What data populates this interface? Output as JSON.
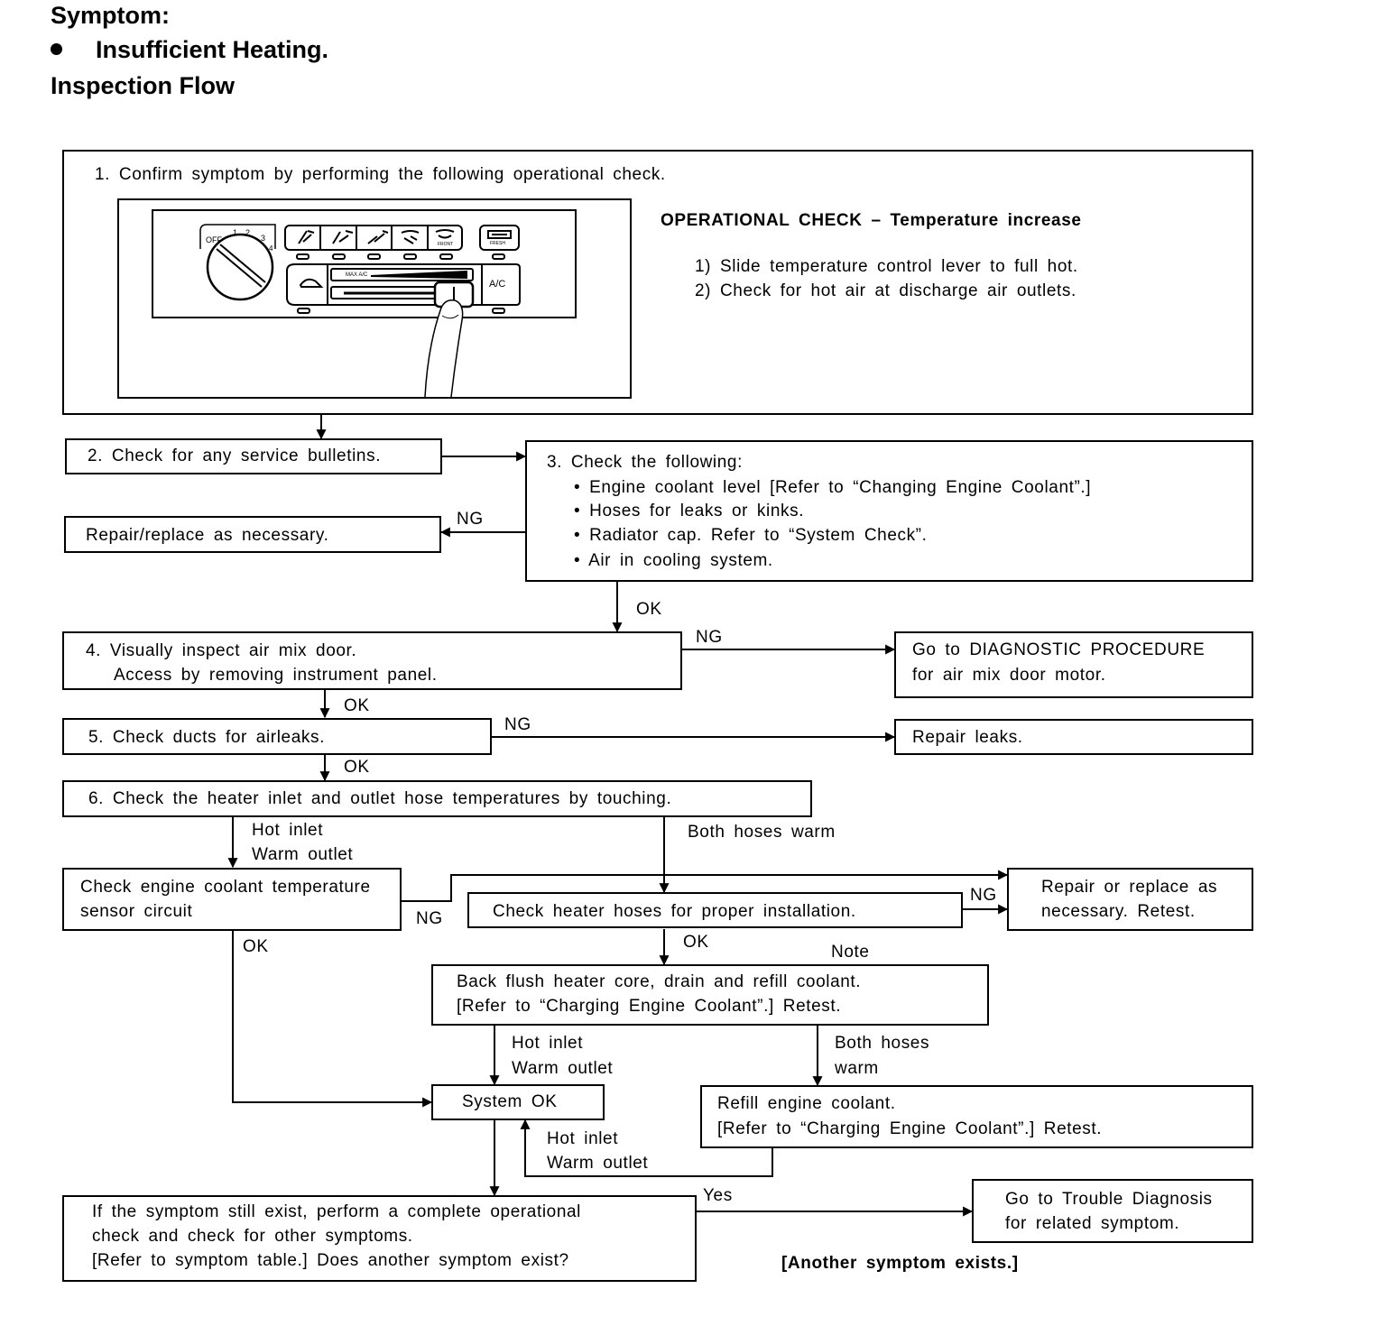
{
  "header": {
    "symptom_label": "Symptom:",
    "symptom_item": "Insufficient Heating.",
    "flow_title": "Inspection Flow"
  },
  "step1": {
    "text": "1. Confirm symptom by performing the following operational check.",
    "op_title": "OPERATIONAL CHECK – Temperature increase",
    "op_steps": [
      "1) Slide temperature control lever to full hot.",
      "2) Check for hot air at discharge air outlets."
    ],
    "panel_labels": {
      "off": "OFF",
      "fan_1": "1",
      "fan_2": "2",
      "fan_3": "3",
      "fan_4": "4",
      "max_ac": "MAX A/C",
      "ac": "A/C",
      "fresh": "FRESH",
      "front": "FRONT"
    }
  },
  "step2": {
    "text": "2. Check for any service bulletins."
  },
  "step3": {
    "title": "3. Check the following:",
    "items": [
      "• Engine coolant level [Refer to “Changing Engine Coolant”.]",
      "• Hoses for leaks or kinks.",
      "• Radiator cap. Refer to “System Check”.",
      "• Air in cooling system."
    ]
  },
  "repair_necessary": "Repair/replace as necessary.",
  "step4": {
    "line1": "4. Visually inspect air mix door.",
    "line2": "Access by removing instrument panel."
  },
  "diag_proc": {
    "line1": "Go to DIAGNOSTIC PROCEDURE",
    "line2": "for air mix door motor."
  },
  "step5": {
    "text": "5. Check ducts for airleaks."
  },
  "repair_leaks": "Repair leaks.",
  "step6": {
    "text": "6. Check the heater inlet and outlet hose temperatures by touching."
  },
  "ect_sensor": {
    "line1": "Check engine coolant temperature",
    "line2": "sensor circuit"
  },
  "heater_hoses": {
    "text": "Check heater hoses for proper installation."
  },
  "repair_retest": {
    "line1": "Repair or replace as",
    "line2": "necessary. Retest."
  },
  "back_flush": {
    "line1": "Back flush heater core, drain and refill coolant.",
    "line2": "[Refer to “Charging Engine Coolant”.] Retest."
  },
  "system_ok": "System OK",
  "refill": {
    "line1": "Refill engine coolant.",
    "line2": "[Refer to “Charging Engine Coolant”.] Retest."
  },
  "final_check": {
    "line1": "If the symptom still exist, perform a complete operational",
    "line2": "check and check for other symptoms.",
    "line3": "[Refer to symptom table.] Does another symptom exist?"
  },
  "trouble_diag": {
    "line1": "Go to Trouble Diagnosis",
    "line2": "for related symptom."
  },
  "another_symptom": "[Another symptom exists.]",
  "labels": {
    "ng": "NG",
    "ok": "OK",
    "yes": "Yes",
    "note": "Note",
    "hot_inlet": "Hot inlet",
    "warm_outlet": "Warm outlet",
    "both_hoses_warm": "Both hoses warm",
    "both_hoses": "Both hoses",
    "warm": "warm"
  }
}
